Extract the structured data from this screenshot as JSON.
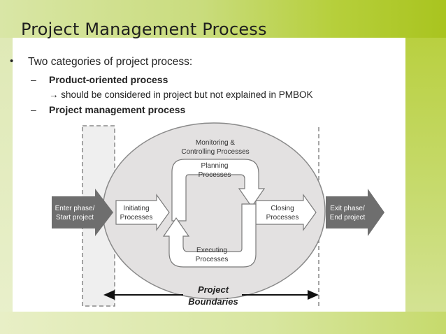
{
  "slide": {
    "title": "Project Management Process",
    "bullet_marker": "•",
    "bullet_text": "Two categories of project process:",
    "sub_marker": "–",
    "sub_items": [
      {
        "label": "Product-oriented process",
        "note_arrow": "→",
        "note": "should be considered in project but not explained in PMBOK"
      },
      {
        "label": "Project management process"
      }
    ]
  },
  "diagram": {
    "enter": {
      "line1": "Enter phase/",
      "line2": "Start project"
    },
    "initiating": {
      "line1": "Initiating",
      "line2": "Processes"
    },
    "monitoring": {
      "line1": "Monitoring &",
      "line2": "Controlling Processes"
    },
    "planning": {
      "line1": "Planning",
      "line2": "Processes"
    },
    "executing": {
      "line1": "Executing",
      "line2": "Processes"
    },
    "closing": {
      "line1": "Closing",
      "line2": "Processes"
    },
    "exit": {
      "line1": "Exit phase/",
      "line2": "End project"
    },
    "boundaries": {
      "line1": "Project",
      "line2": "Boundaries"
    }
  },
  "colors": {
    "dark_arrow": "#6e6e6e",
    "ellipse_fill": "#e3e1e1",
    "boundary_fill": "#efefef",
    "dashed": "#888888"
  }
}
